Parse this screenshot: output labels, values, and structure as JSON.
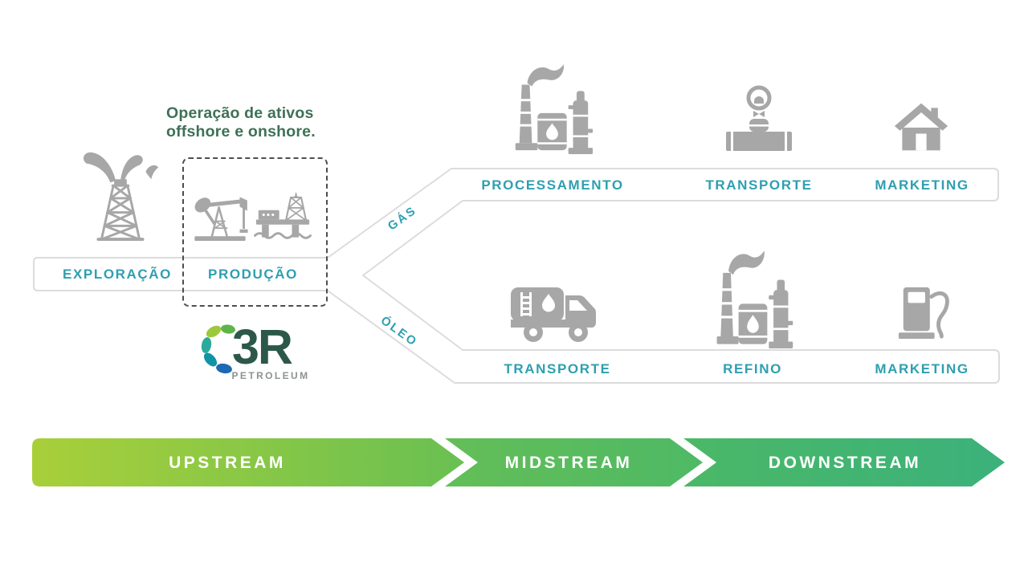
{
  "diagram": {
    "annotation": {
      "line1": "Operação de ativos",
      "line2": "offshore e onshore."
    },
    "upstream_bar": {
      "exploration_label": "EXPLORAÇÃO",
      "production_label": "PRODUÇÃO"
    },
    "branches": {
      "gas_label": "GÁS",
      "oil_label": "ÓLEO"
    },
    "gas_chain": {
      "step1": "PROCESSAMENTO",
      "step2": "TRANSPORTE",
      "step3": "MARKETING"
    },
    "oil_chain": {
      "step1": "TRANSPORTE",
      "step2": "REFINO",
      "step3": "MARKETING"
    },
    "logo": {
      "wordmark": "3R",
      "subtitle": "PETROLEUM"
    },
    "banner": {
      "upstream": "UPSTREAM",
      "midstream": "MIDSTREAM",
      "downstream": "DOWNSTREAM"
    },
    "icons": {
      "exploration": "oil-derrick-gusher-icon",
      "production": [
        "pumpjack-icon",
        "offshore-platform-icon"
      ],
      "gas_chain": [
        "gas-processing-plant-icon",
        "pipeline-valve-icon",
        "house-icon"
      ],
      "oil_chain": [
        "tanker-truck-icon",
        "refinery-icon",
        "fuel-pump-icon"
      ]
    },
    "colors": {
      "label_teal": "#2e9fb0",
      "heading_green": "#3e7157",
      "icon_gray": "#a7a7a7",
      "ribbon_outline": "#dcdcdc",
      "dashed_box": "#4d4d4d",
      "logo_green": "#2c584a",
      "banner_gradient_start": "#a9cf3a",
      "banner_gradient_end": "#3bb17b"
    }
  }
}
